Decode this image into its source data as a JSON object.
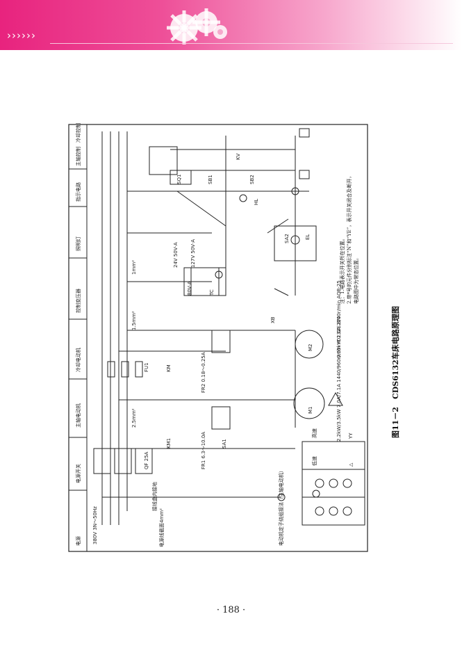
{
  "header": {
    "arrows": "››››››"
  },
  "figure": {
    "caption": "图11－2　CDS6132车床电路原理图",
    "columns": [
      "电源",
      "电源开关",
      "主轴电动机",
      "冷却电动机",
      "控制变压器",
      "照明灯",
      "指示电路",
      "主轴控制",
      "冷却控制"
    ],
    "notes": [
      "注：1.电路表示开关所在位置。",
      "2.带*号的元件分别标注“N”和“YE”，表示开关闭合及断开，",
      "电路图中为常态位置。"
    ],
    "labels": {
      "supply": "380V 3N～50Hz",
      "fu1": "FU1",
      "qf": "QF 25A",
      "kv": "KV",
      "km": "KM",
      "km1": "KM1",
      "m1": "M1",
      "m2": "M2",
      "motor1_spec": "2.2kW/3.5kW 7.0A/7.1A 1440/960r/min YD132S 8/4",
      "motor2_spec": "0.05kW 2.0A 2700r/min AOB-25",
      "fr1": "FR1 6.3～10.0A",
      "fr2": "FR2 0.18～0.25A",
      "tc": "TC",
      "tc_spec": "80V·A",
      "v24": "24V 50V·A",
      "v127": "127V 50V·A",
      "el": "EL",
      "hl": "HL",
      "sa1": "SA1",
      "sa2": "SA2",
      "sb1": "SB1",
      "sb2": "SB2",
      "sq1": "SQ1",
      "xb": "XB",
      "ground_note": "接线盒内接地",
      "power_note": "电源线截面4mm²",
      "wire_25": "2.5mm²",
      "wire_15": "1.5mm²",
      "wire_1": "1mm²",
      "bottom_note": "电动机定子绕组接法（主轴电动机）",
      "low_speed": "低速",
      "high_speed": "高速",
      "delta": "△",
      "yy": "YY"
    }
  },
  "page": {
    "number": "· 188 ·"
  }
}
